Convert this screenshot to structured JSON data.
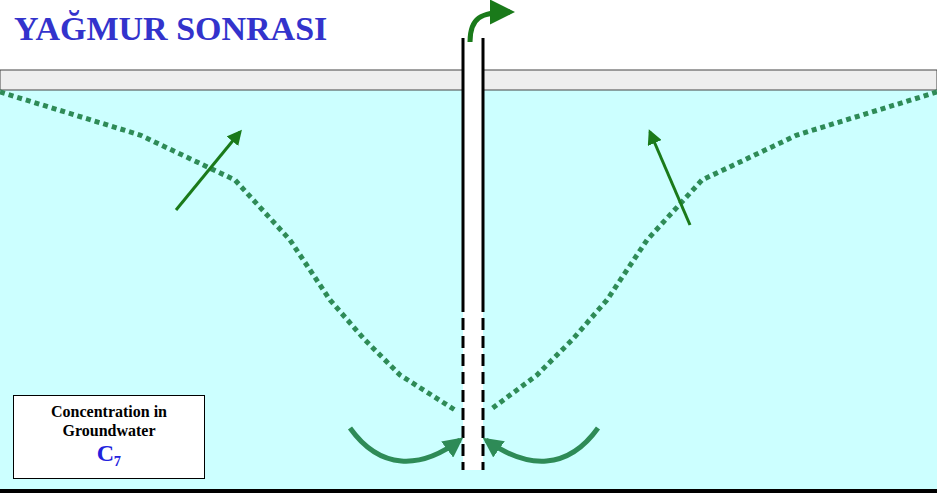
{
  "diagram": {
    "title": "YAĞMUR SONRASI",
    "nodes": [
      {
        "text": [
          "Concentration in Groundwater",
          "C₇"
        ]
      }
    ]
  }
}
